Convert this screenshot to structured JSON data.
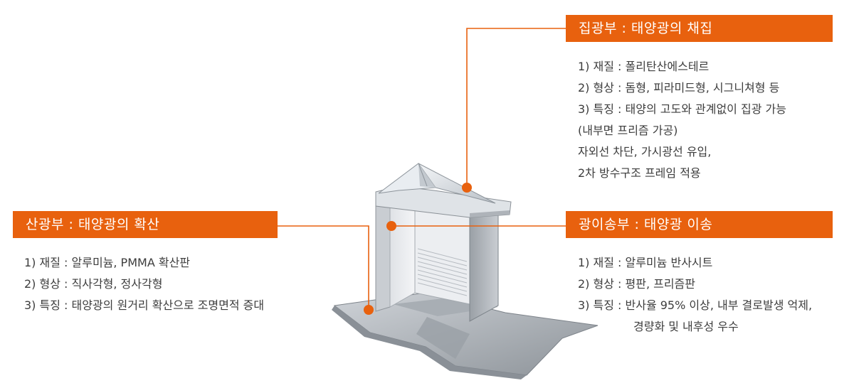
{
  "colors": {
    "accent": "#e8610e",
    "text": "#3d3d3d"
  },
  "top_right": {
    "title": "집광부 : 태양광의 채집",
    "lines": [
      "1) 재질 : 폴리탄산에스테르",
      "2) 형상 : 돔형, 피라미드형, 시그니쳐형 등",
      "3) 특징 : 태양의 고도와 관계없이 집광 가능"
    ],
    "continuation": [
      "(내부면 프리즘 가공)",
      "자외선 차단, 가시광선 유입,",
      "2차 방수구조 프레임 적용"
    ]
  },
  "left": {
    "title": "산광부 : 태양광의 확산",
    "lines": [
      "1) 재질 : 알루미늄, PMMA 확산판",
      "2) 형상 : 직사각형, 정사각형",
      "3) 특징 : 태양광의 원거리 확산으로 조명면적 증대"
    ]
  },
  "mid_right": {
    "title": "광이송부 : 태양광 이송",
    "lines": [
      "1) 재질 : 알루미늄 반사시트",
      "2) 형상 : 평판, 프리즘판",
      "3) 특징 : 반사율 95% 이상, 내부 결로발생 억제,"
    ],
    "continuation": [
      "경량화 및 내후성 우수"
    ]
  }
}
